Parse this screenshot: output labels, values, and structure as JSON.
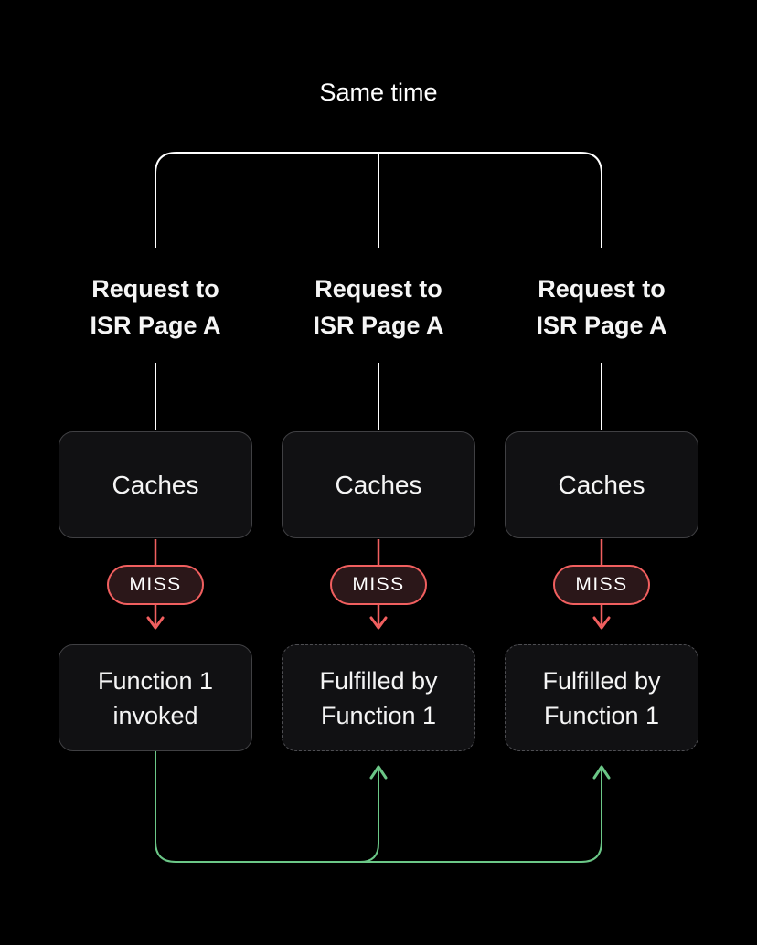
{
  "diagram": {
    "title": "Same time",
    "columns": [
      {
        "request_line1": "Request to",
        "request_line2": "ISR Page A",
        "cache_label": "Caches",
        "miss_label": "MISS",
        "result_line1": "Function 1",
        "result_line2": "invoked",
        "result_border": "solid"
      },
      {
        "request_line1": "Request to",
        "request_line2": "ISR Page A",
        "cache_label": "Caches",
        "miss_label": "MISS",
        "result_line1": "Fulfilled by",
        "result_line2": "Function 1",
        "result_border": "dashed"
      },
      {
        "request_line1": "Request to",
        "request_line2": "ISR Page A",
        "cache_label": "Caches",
        "miss_label": "MISS",
        "result_line1": "Fulfilled by",
        "result_line2": "Function 1",
        "result_border": "dashed"
      }
    ],
    "colors": {
      "background": "#000000",
      "text": "#f5f5f5",
      "box_fill": "#111113",
      "box_border": "#404043",
      "dashed_border": "#4e4e52",
      "miss_fill": "#2b1719",
      "connector_white": "#ffffff",
      "connector_red": "#f15f5f",
      "connector_green": "#6bc787"
    }
  }
}
